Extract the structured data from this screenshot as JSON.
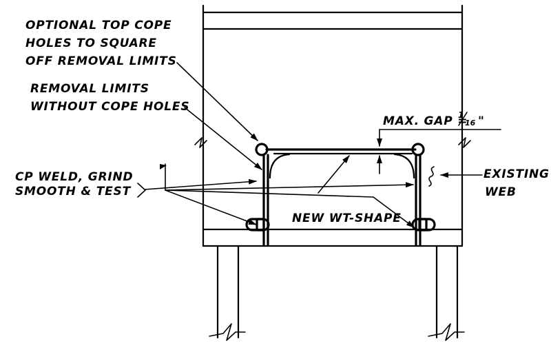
{
  "labels": {
    "optional_cope": [
      "OPTIONAL TOP COPE",
      "HOLES TO SQUARE",
      "OFF REMOVAL LIMITS"
    ],
    "removal_limits": [
      "REMOVAL LIMITS",
      "WITHOUT COPE HOLES"
    ],
    "max_gap_prefix": "MAX. GAP =",
    "max_gap_numerator": "1",
    "max_gap_denominator": "16",
    "max_gap_unit": "\"",
    "cp_weld": [
      "CP WELD, GRIND",
      "SMOOTH & TEST"
    ],
    "existing_web": [
      "EXISTING",
      "WEB"
    ],
    "new_wt_shape": "NEW WT-SHAPE"
  }
}
